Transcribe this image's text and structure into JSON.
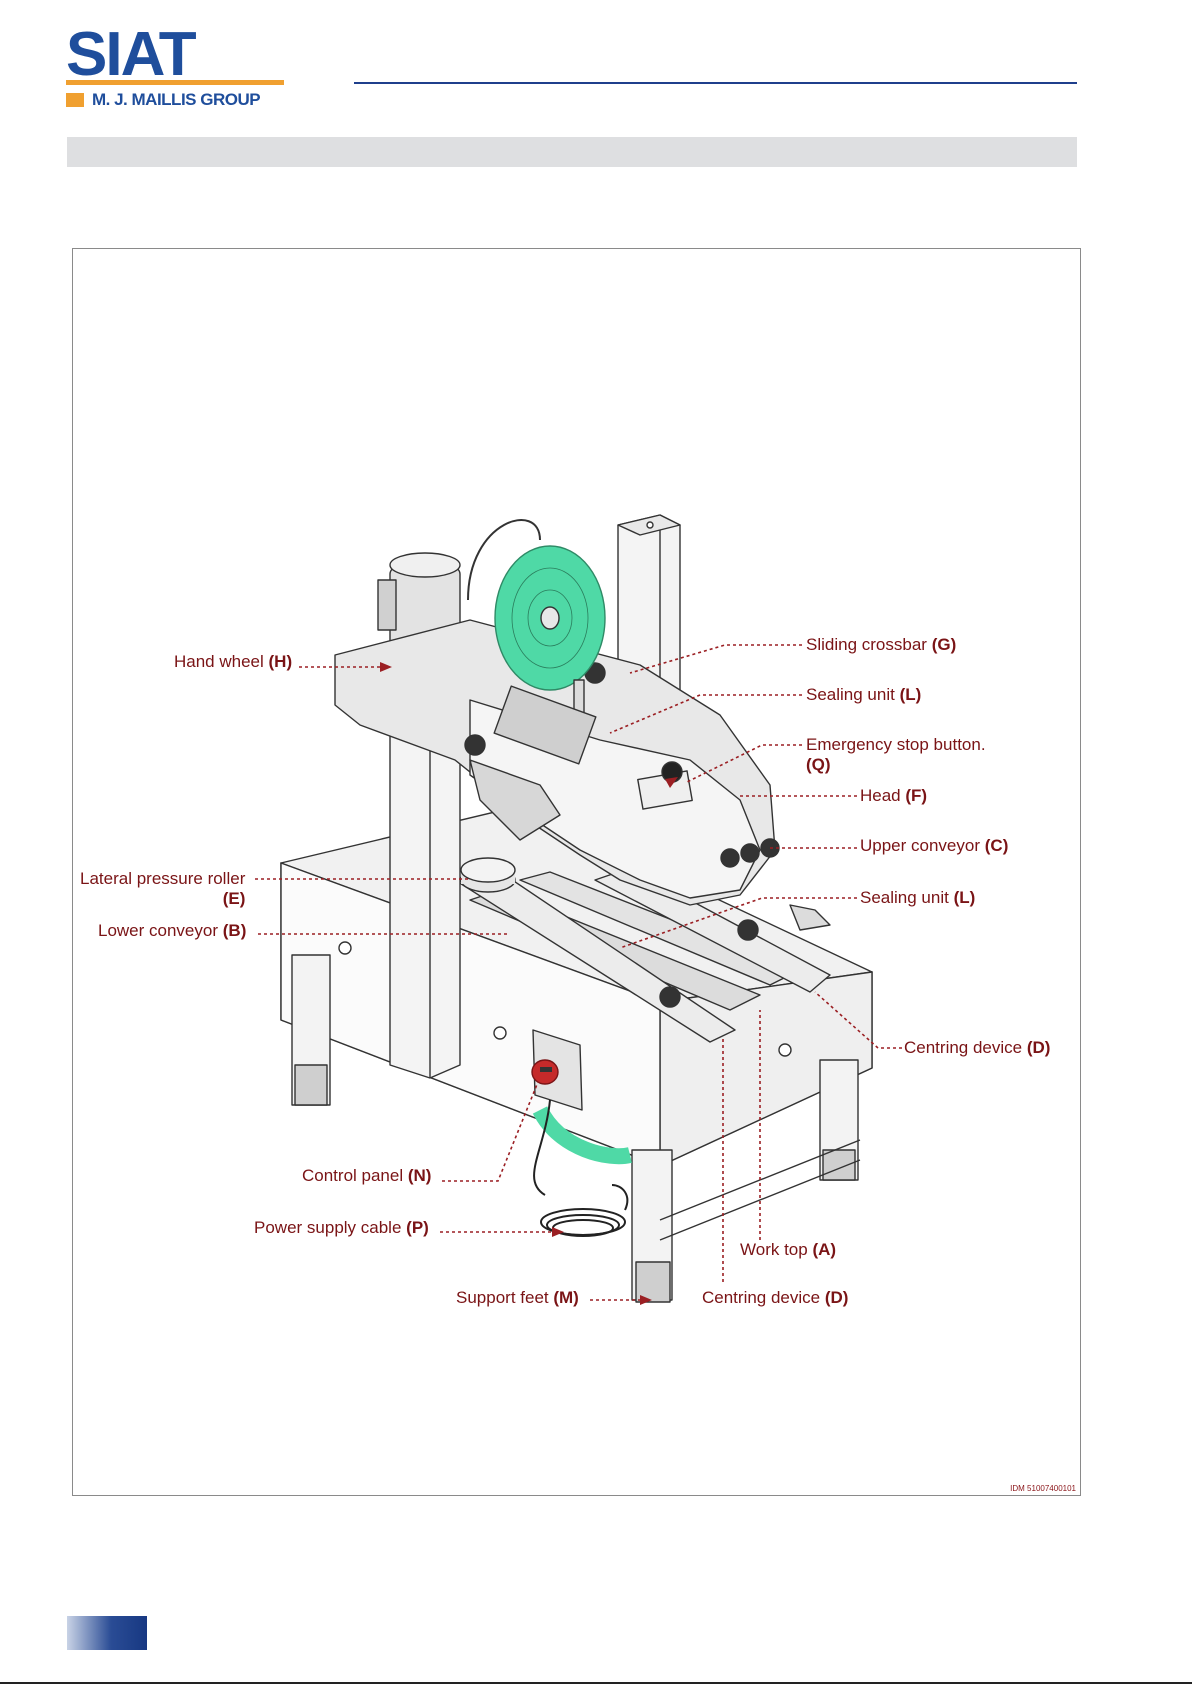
{
  "brand": {
    "logo_text": "SIAT",
    "group_text": "M. J. MAILLIS GROUP",
    "colors": {
      "primary": "#1f4e9c",
      "accent": "#f0a030",
      "callout": "#7a1416",
      "tape": "#4fd9a6"
    }
  },
  "figure": {
    "id_text": "IDM 51007400101",
    "callouts": {
      "hand_wheel": {
        "label": "Hand wheel",
        "code": "(H)"
      },
      "sliding_crossbar": {
        "label": "Sliding crossbar",
        "code": "(G)"
      },
      "sealing_unit_upper": {
        "label": "Sealing unit",
        "code": "(L)"
      },
      "emergency_stop": {
        "label": "Emergency stop button.",
        "code": "(Q)"
      },
      "head": {
        "label": "Head",
        "code": "(F)"
      },
      "upper_conveyor": {
        "label": "Upper conveyor",
        "code": "(C)"
      },
      "lateral_pressure_roller": {
        "label": "Lateral pressure roller",
        "code": "(E)"
      },
      "sealing_unit_lower": {
        "label": "Sealing unit",
        "code": "(L)"
      },
      "lower_conveyor": {
        "label": "Lower conveyor",
        "code": "(B)"
      },
      "centring_device_right": {
        "label": "Centring device",
        "code": "(D)"
      },
      "control_panel": {
        "label": "Control panel",
        "code": "(N)"
      },
      "power_supply_cable": {
        "label": "Power supply cable",
        "code": "(P)"
      },
      "work_top": {
        "label": "Work top",
        "code": "(A)"
      },
      "support_feet": {
        "label": "Support feet",
        "code": "(M)"
      },
      "centring_device_bottom": {
        "label": "Centring device",
        "code": "(D)"
      }
    }
  }
}
